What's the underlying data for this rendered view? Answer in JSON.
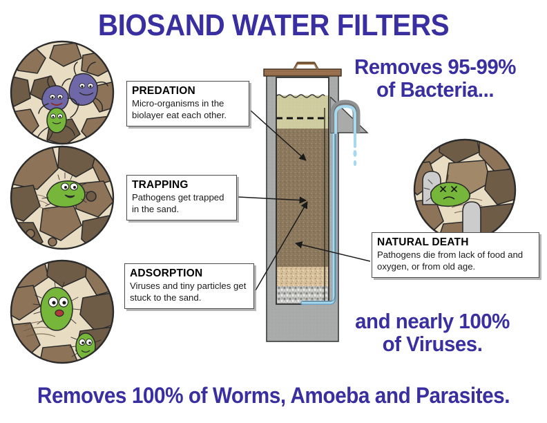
{
  "poster": {
    "title": "BIOSAND WATER FILTERS",
    "title_color": "#3a2fa0",
    "background_color": "#ffffff"
  },
  "claims": {
    "bacteria": {
      "line1": "Removes 95-99%",
      "line2": "of Bacteria..."
    },
    "viruses": {
      "line1": "and nearly 100%",
      "line2": "of Viruses."
    },
    "worms": "Removes 100% of Worms, Amoeba and Parasites."
  },
  "callouts": [
    {
      "id": "predation",
      "title": "PREDATION",
      "body": "Micro-organisms in the biolayer eat each other."
    },
    {
      "id": "trapping",
      "title": "TRAPPING",
      "body": "Pathogens get trapped in the sand."
    },
    {
      "id": "adsorption",
      "title": "ADSORPTION",
      "body": "Viruses and tiny particles get stuck to the sand."
    },
    {
      "id": "natural_death",
      "title": "NATURAL DEATH",
      "body": "Pathogens die from lack of food and oxygen, or from old age."
    }
  ],
  "illustrations": [
    {
      "id": "predation-circle",
      "depicts": "purple predator microbes eating a green bacterium among sand grains"
    },
    {
      "id": "trapping-circle",
      "depicts": "green pathogen wedged between two sand grains"
    },
    {
      "id": "adsorption-circle",
      "depicts": "two green bacteria stuck to sand grains"
    },
    {
      "id": "natural-death-circle",
      "depicts": "dead green bacterium with X eyes beside two tombstones"
    }
  ],
  "filter_diagram": {
    "id": "biosand-filter-cutaway",
    "layers": [
      {
        "name": "wooden lid",
        "color": "#9a7250"
      },
      {
        "name": "standing water",
        "color": "#cfcda0"
      },
      {
        "name": "biolayer line",
        "color": "#000000"
      },
      {
        "name": "fine sand",
        "color": "#8a775c"
      },
      {
        "name": "fine gravel",
        "color": "#d8c19a"
      },
      {
        "name": "coarse gravel",
        "color": "#b9bab6"
      },
      {
        "name": "concrete body",
        "color": "#a9abab"
      },
      {
        "name": "outlet water",
        "color": "#9fd4ef"
      }
    ]
  },
  "colors": {
    "title_blue": "#3a2fa0",
    "sand_beige": "#e8dcc2",
    "grain_brown": "#8d7458",
    "grain_dark": "#6f5c46",
    "bacteria_green": "#76b63a",
    "predator_purple": "#6e68a8",
    "tombstone_grey": "#c8c8c8"
  }
}
